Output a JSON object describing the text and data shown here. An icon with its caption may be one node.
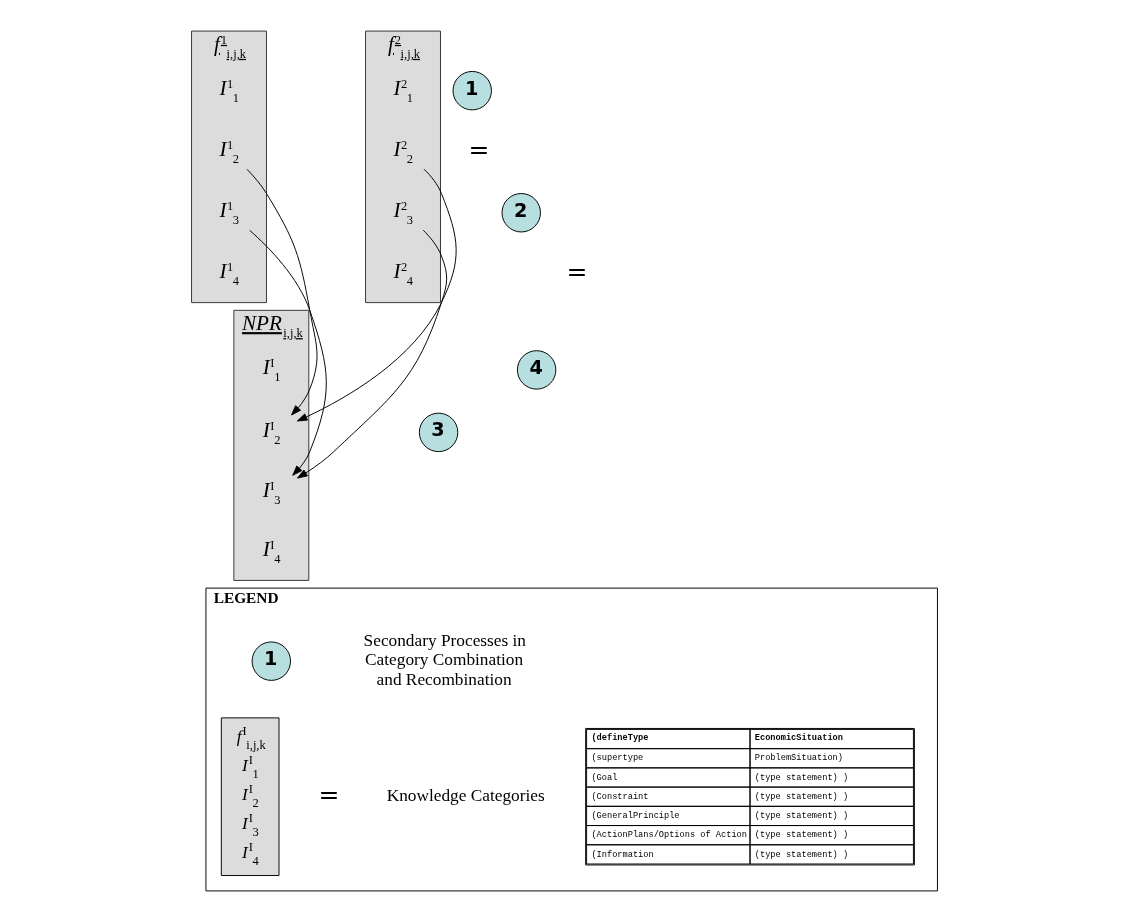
{
  "diagram": {
    "nodes": [
      {
        "text": [
          "f$^{1}$$_{i,j,k}$"
        ]
      },
      {
        "text": [
          "I$^{1}$$_{1}$"
        ],
        "in": 0
      },
      {
        "text": [
          "I$^{1}$$_{2}$"
        ],
        "in": 0
      },
      {
        "text": [
          "I$^{1}$$_{3}$"
        ],
        "in": 0
      },
      {
        "text": [
          "I$^{1}$$_{4}$"
        ],
        "in": 0
      },
      {
        "text": [
          "1"
        ]
      },
      {
        "text": [
          "f$^{2}$$_{i,j,k}$"
        ]
      },
      {
        "text": [
          "I$^{2}$$_{1}$"
        ],
        "in": 6
      },
      {
        "text": [
          "I$^{2}$$_{2}$"
        ],
        "in": 6
      },
      {
        "text": [
          "I$^{2}$$_{3}$"
        ],
        "in": 6
      },
      {
        "text": [
          "I$^{2}$$_{4}$"
        ],
        "in": 6
      },
      {
        "text": [
          "2"
        ]
      },
      {
        "text": [
          "NPR$_{i,j,k}$"
        ]
      },
      {
        "text": [
          "I$^{I}$$_{1}$"
        ],
        "in": 12
      },
      {
        "text": [
          "I$^{I}$$_{2}$"
        ],
        "in": 12
      },
      {
        "text": [
          "I$^{I}$$_{3}$"
        ],
        "in": 12
      },
      {
        "text": [
          "I$^{I}$$_{4}$"
        ],
        "in": 12
      },
      {
        "text": [
          "3"
        ]
      },
      {
        "text": [
          "4"
        ]
      },
      {
        "text": [
          "LEGEND"
        ]
      },
      {
        "text": [
          "1"
        ],
        "in": 19
      },
      {
        "text": [
          "f$^{I}$$_{i,j,k}$",
          "I$^{I}$$_{1}$",
          "I$^{I}$$_{2}$",
          "I$^{I}$$_{3}$",
          "I$^{I}$$_{4}$"
        ],
        "in": 19
      }
    ],
    "edges": [
      {
        "from": 2,
        "to": 14,
        "arrow": "to"
      },
      {
        "from": 3,
        "to": 15,
        "arrow": "to"
      },
      {
        "from": 8,
        "to": 14,
        "arrow": "to"
      },
      {
        "from": 9,
        "to": 15,
        "arrow": "to"
      }
    ],
    "labels": [
      "=",
      "=",
      "=",
      "(defineType",
      "EconomicSituation",
      "(supertype",
      "ProblemSituation)",
      "(Goal",
      "(type statement) )",
      "(Constraint",
      "(type statement) )",
      "(GeneralPrinciple",
      "(type statement) )",
      "(ActionPlans/Options of Action",
      "(type statement) )",
      "(Information",
      "(type statement) )"
    ],
    "legend": [
      {
        "text": "Secondary Processes in Category Combination and Recombination"
      },
      {
        "text": "Knowledge Categories"
      }
    ]
  }
}
